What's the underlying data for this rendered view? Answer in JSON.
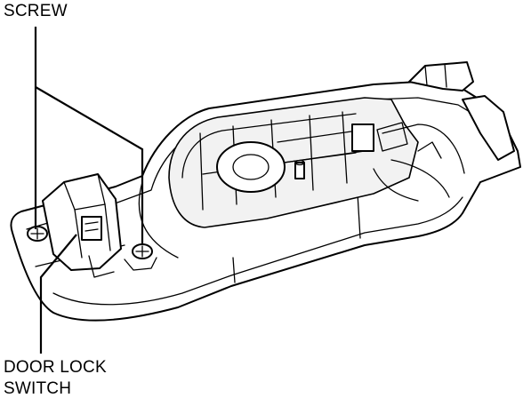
{
  "labels": {
    "screw": "SCREW",
    "door_lock_switch_line1": "DOOR LOCK",
    "door_lock_switch_line2": "SWITCH"
  }
}
